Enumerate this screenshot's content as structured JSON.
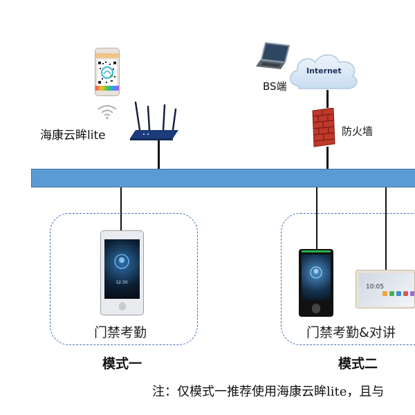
{
  "nodes": {
    "app_label": "海康云眸lite",
    "bs_label": "BS端",
    "internet_label": "Internet",
    "firewall_label": "防火墙"
  },
  "groups": {
    "mode1": {
      "device_label": "门禁考勤",
      "title": "模式一"
    },
    "mode2": {
      "device_label": "门禁考勤&对讲",
      "title": "模式二"
    }
  },
  "note": "注：仅模式一推荐使用海康云眸lite，且与",
  "colors": {
    "bus": "#5b9bd5",
    "group_border": "#3e6fb5",
    "router": "#1d3b7a",
    "firewall": "#c0392b"
  },
  "icons": [
    "phone-qr-icon",
    "wifi-icon",
    "router-icon",
    "laptop-icon",
    "cloud-icon",
    "firewall-icon",
    "access-terminal-icon",
    "intercom-panel-icon"
  ]
}
